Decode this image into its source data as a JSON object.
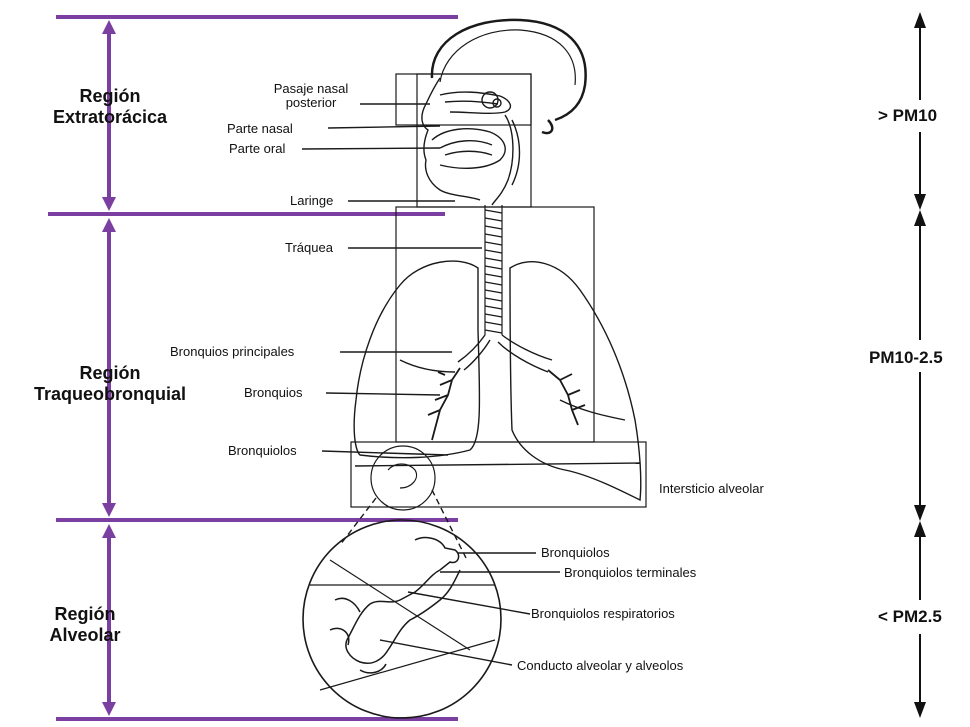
{
  "regions": {
    "extratoracica": [
      "Región",
      "Extratorácica"
    ],
    "traqueobronquial": [
      "Región",
      "Traqueobronquial"
    ],
    "alveolar": [
      "Región",
      "Alveolar"
    ]
  },
  "labels": {
    "pasaje_1": "Pasaje nasal",
    "pasaje_2": "posterior",
    "parte_nasal": "Parte nasal",
    "parte_oral": "Parte oral",
    "laringe": "Laringe",
    "traquea": "Tráquea",
    "bronquios_principales": "Bronquios principales",
    "bronquios": "Bronquios",
    "bronquiolos_upper": "Bronquiolos",
    "intersticio": "Intersticio alveolar",
    "bronquiolos_lower": "Bronquiolos",
    "bronquiolos_terminales": "Bronquiolos terminales",
    "bronquiolos_respiratorios": "Bronquiolos respiratorios",
    "conducto": "Conducto alveolar y alveolos"
  },
  "particle_sizes": {
    "top": "> PM10",
    "middle": "PM10-2.5",
    "bottom": "< PM2.5"
  },
  "colors": {
    "region_lines": "#7a3fa0",
    "drawing": "#1a1a1a"
  }
}
